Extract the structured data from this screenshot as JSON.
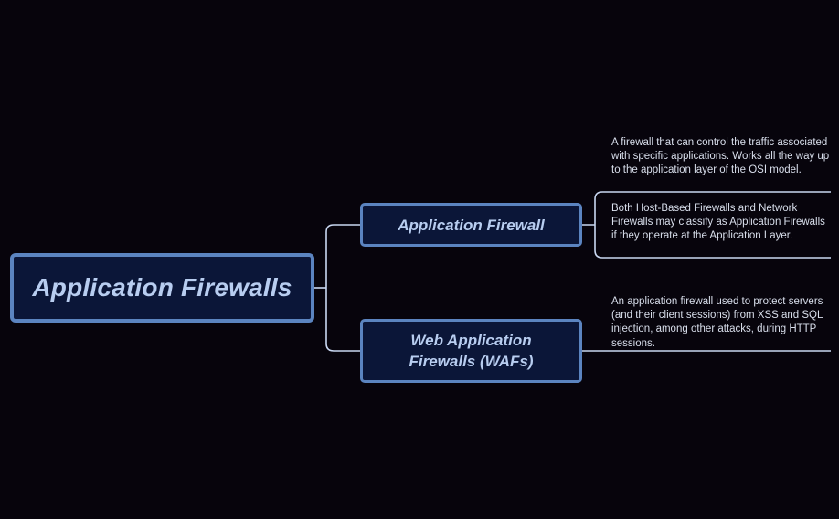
{
  "root": {
    "label": "Application Firewalls"
  },
  "branches": [
    {
      "label": "Application Firewall",
      "notes": [
        "A firewall that can control the traffic associated with specific applications. Works all the way up to the application layer of the OSI model.",
        "Both Host-Based Firewalls and Network Firewalls may classify as Application Firewalls if they operate at the Application Layer."
      ]
    },
    {
      "label": "Web Application Firewalls (WAFs)",
      "notes": [
        " An application firewall used to protect servers (and their client sessions) from XSS and SQL injection, among other attacks, during HTTP sessions."
      ]
    }
  ],
  "colors": {
    "background": "#07040c",
    "node_fill": "#0b1638",
    "node_border": "#5b84c0",
    "node_text": "#b8cdf0",
    "connector": "#c9d8f2",
    "note_text": "#d9dfec"
  }
}
